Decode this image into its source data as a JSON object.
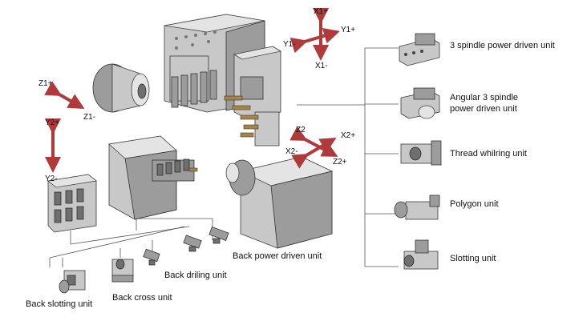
{
  "colors": {
    "arrow": "#b03a3a",
    "line": "#555555",
    "metal": "#c8c8c8"
  },
  "axes": {
    "x1_plus": "X1+",
    "x1_minus": "X1-",
    "y1_minus": "Y1-",
    "y1_plus": "Y1+",
    "z1_plus": "Z1+",
    "z1_minus": "Z1-",
    "y2_plus": "Y2+",
    "y2_minus": "Y2-",
    "z2": "Z2",
    "x2_plus": "X2+",
    "x2_minus": "X2-",
    "z2_plus": "Z2+"
  },
  "right_units": {
    "spindle3": "3 spindle power driven unit",
    "angular_line1": "Angular 3 spindle",
    "angular_line2": "power driven unit",
    "thread": "Thread whilring unit",
    "polygon": "Polygon unit",
    "slotting": "Slotting unit"
  },
  "bottom_units": {
    "back_power": "Back power driven unit",
    "back_drilling": "Back driling unit",
    "back_cross": "Back cross unit",
    "back_slotting": "Back slotting unit"
  }
}
